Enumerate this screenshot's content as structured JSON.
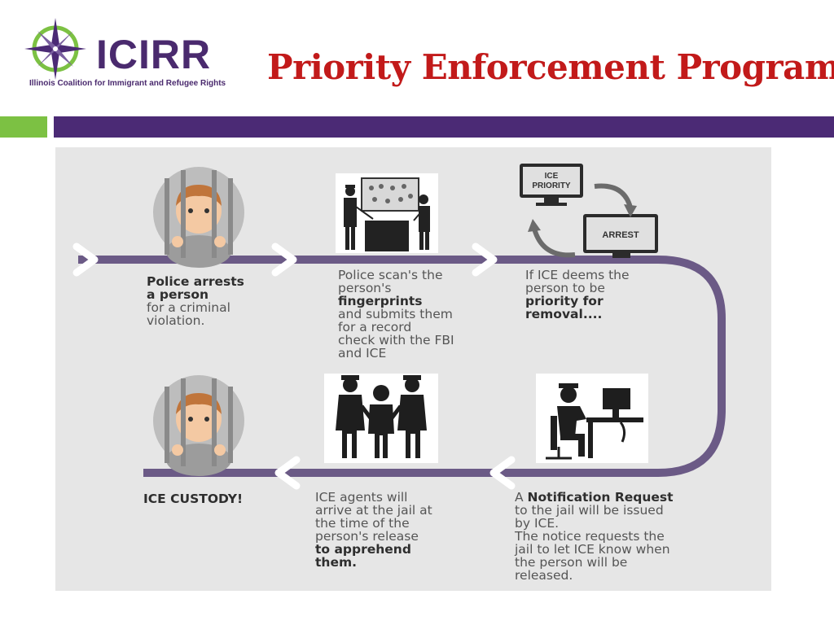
{
  "header": {
    "logo_name": "ICIRR",
    "logo_subtitle": "Illinois Coalition for Immigrant and Refugee Rights",
    "title": "Priority Enforcement Program"
  },
  "colors": {
    "title_red": "#c21a1a",
    "brand_purple": "#4b2a75",
    "accent_green": "#7cc143",
    "track_purple": "#6b5a86"
  },
  "screens": {
    "ice_priority_line1": "ICE",
    "ice_priority_line2": "PRIORITY",
    "arrest": "ARREST"
  },
  "steps": {
    "step1": {
      "icon": "jailed-person-icon",
      "bold_line1": "Police arrests",
      "bold_line2": "a person",
      "line3": "for a criminal",
      "line4": "violation."
    },
    "step2": {
      "icon": "fingerprint-scan-icon",
      "line1": "Police scan's the",
      "line2": "person's",
      "bold_line3": "fingerprints",
      "line4": "and submits them",
      "line5": "for a record",
      "line6": "check with the FBI",
      "line7": "and ICE"
    },
    "step3": {
      "icon": "ice-priority-cycle-icon",
      "line1": "If ICE deems the",
      "line2": "person to be",
      "bold_line3": "priority for",
      "bold_line4": "removal...."
    },
    "step4": {
      "icon": "officer-at-computer-icon",
      "line1_prefix": "A",
      "bold_line1": "Notification Request",
      "line2": "to the jail will be issued",
      "line3": "by ICE.",
      "line4": "The notice requests the",
      "line5": "jail to let ICE know when",
      "line6": "the person will be",
      "line7": "released."
    },
    "step5": {
      "icon": "agents-apprehend-icon",
      "line1": "ICE agents will",
      "line2": "arrive at the jail at",
      "line3": "the time of the",
      "line4": "person's release",
      "bold_line5": "to apprehend",
      "bold_line6": "them."
    },
    "step6": {
      "icon": "jailed-person-icon",
      "bold_line1": "ICE CUSTODY!"
    }
  }
}
